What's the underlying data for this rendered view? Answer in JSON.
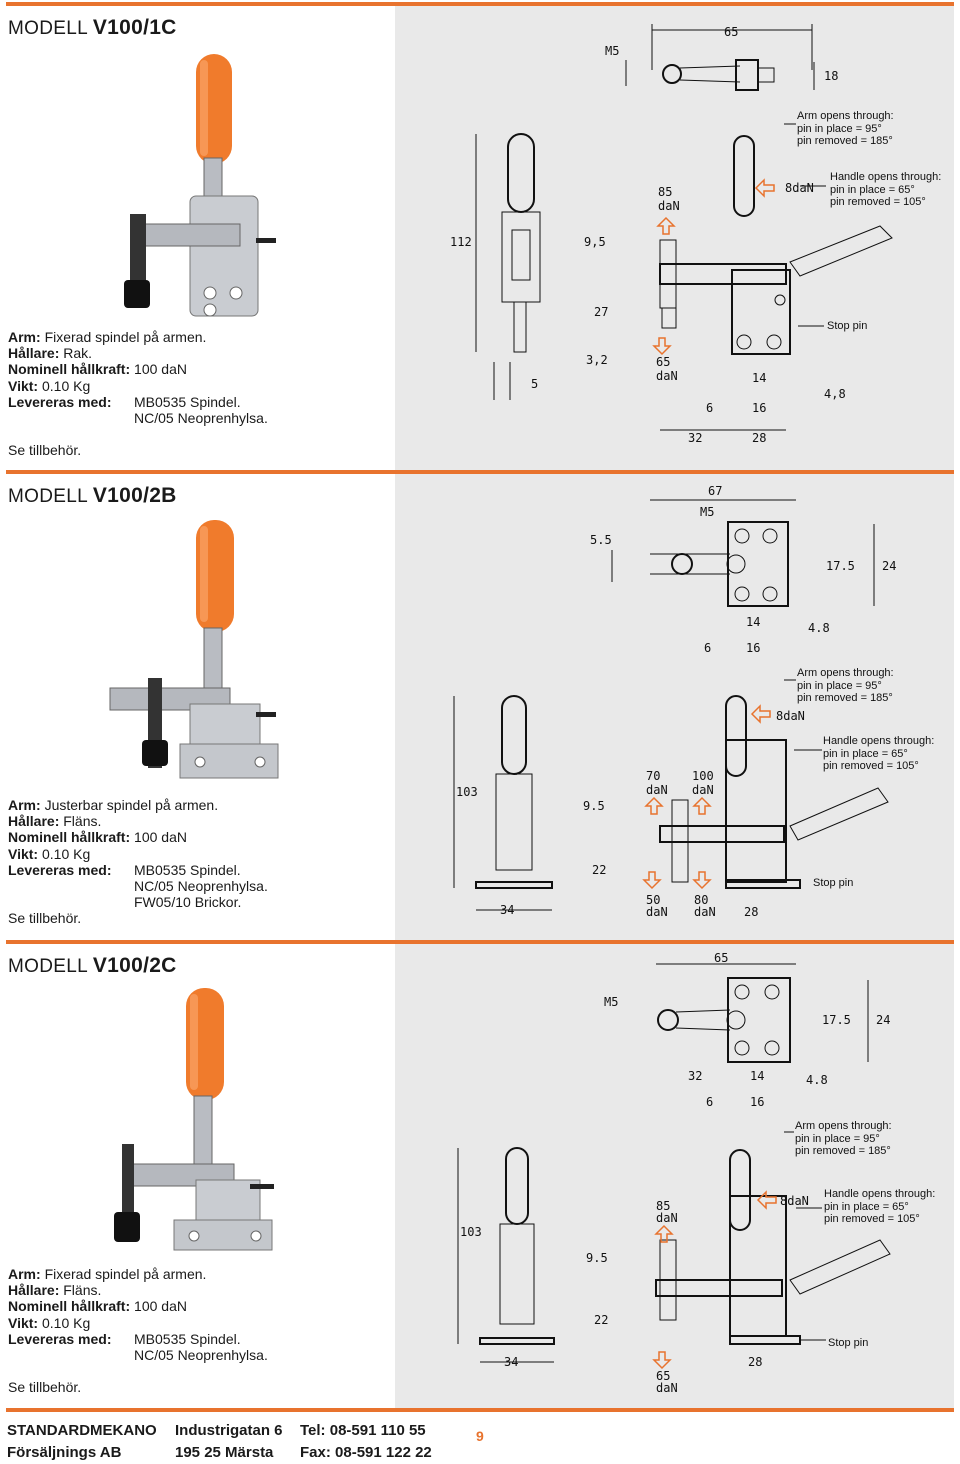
{
  "models": [
    {
      "title_prefix": "MODELL",
      "title_code": "V100/1C",
      "arm_label": "Arm:",
      "arm_value": "Fixerad spindel på armen.",
      "holder_label": "Hållare:",
      "holder_value": "Rak.",
      "force_label": "Nominell hållkraft:",
      "force_value": "100 daN",
      "weight_label": "Vikt:",
      "weight_value": "0.10 Kg",
      "delivered_label": "Levereras med:",
      "delivered": [
        "MB0535 Spindel.",
        "NC/05 Neoprenhylsa."
      ],
      "see": "Se tillbehör.",
      "notes": {
        "arm_opens": [
          "Arm opens through:",
          "pin in place = 95°",
          "pin removed = 185°"
        ],
        "handle_opens": [
          "Handle opens through:",
          "pin in place = 65°",
          "pin removed = 105°"
        ],
        "stop_pin": "Stop pin"
      },
      "dims": {
        "d65": "65",
        "m5": "M5",
        "d18": "18",
        "d85": "85",
        "dan": "daN",
        "d8dan": "8daN",
        "d112": "112",
        "d95": "9,5",
        "d27": "27",
        "d32x": "3,2",
        "d65b": "65",
        "d5": "5",
        "d14": "14",
        "d6": "6",
        "d16": "16",
        "d48": "4,8",
        "d32": "32",
        "d28": "28"
      }
    },
    {
      "title_prefix": "MODELL",
      "title_code": "V100/2B",
      "arm_label": "Arm:",
      "arm_value": "Justerbar spindel på armen.",
      "holder_label": "Hållare:",
      "holder_value": "Fläns.",
      "force_label": "Nominell hållkraft:",
      "force_value": "100 daN",
      "weight_label": "Vikt:",
      "weight_value": "0.10 Kg",
      "delivered_label": "Levereras med:",
      "delivered": [
        "MB0535 Spindel.",
        "NC/05 Neoprenhylsa.",
        "FW05/10 Brickor."
      ],
      "see": "Se tillbehör.",
      "notes": {
        "arm_opens": [
          "Arm opens through:",
          "pin in place = 95°",
          "pin removed = 185°"
        ],
        "handle_opens": [
          "Handle opens through:",
          "pin in place = 65°",
          "pin removed = 105°"
        ],
        "stop_pin": "Stop pin"
      },
      "dims": {
        "d67": "67",
        "m5": "M5",
        "d55": "5.5",
        "d175": "17.5",
        "d24": "24",
        "d14": "14",
        "d48": "4.8",
        "d6": "6",
        "d16": "16",
        "d8dan": "8daN",
        "d103": "103",
        "d70": "70",
        "d100": "100",
        "dan": "daN",
        "d95": "9.5",
        "d22": "22",
        "d50": "50",
        "d80": "80",
        "d34": "34",
        "d28": "28"
      }
    },
    {
      "title_prefix": "MODELL",
      "title_code": "V100/2C",
      "arm_label": "Arm:",
      "arm_value": "Fixerad spindel på armen.",
      "holder_label": "Hållare:",
      "holder_value": "Fläns.",
      "force_label": "Nominell hållkraft:",
      "force_value": "100 daN",
      "weight_label": "Vikt:",
      "weight_value": "0.10 Kg",
      "delivered_label": "Levereras med:",
      "delivered": [
        "MB0535 Spindel.",
        "NC/05 Neoprenhylsa."
      ],
      "see": "Se tillbehör.",
      "notes": {
        "arm_opens": [
          "Arm opens through:",
          "pin in place = 95°",
          "pin removed = 185°"
        ],
        "handle_opens": [
          "Handle opens through:",
          "pin in place = 65°",
          "pin removed = 105°"
        ],
        "stop_pin": "Stop pin"
      },
      "dims": {
        "d65": "65",
        "m5": "M5",
        "d175": "17.5",
        "d24": "24",
        "d32": "32",
        "d14": "14",
        "d48": "4.8",
        "d6": "6",
        "d16": "16",
        "d8dan": "8daN",
        "d103": "103",
        "d85": "85",
        "dan": "daN",
        "d95": "9.5",
        "d22": "22",
        "d34": "34",
        "d28": "28",
        "d65b": "65"
      }
    }
  ],
  "footer": {
    "company1": "STANDARDMEKANO",
    "company2": "Försäljnings AB",
    "street": "Industrigatan 6",
    "city": "195 25 Märsta",
    "tel": "Tel: 08-591 110 55",
    "fax": "Fax: 08-591 122 22",
    "page": "9"
  },
  "colors": {
    "accent": "#e8732e",
    "panel": "#e9e9e9"
  }
}
